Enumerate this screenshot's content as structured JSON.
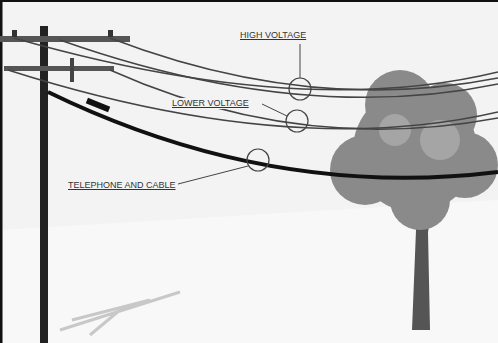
{
  "diagram": {
    "labels": [
      "HIGH VOLTAGE",
      "LOWER VOLTAGE",
      "TELEPHONE AND CABLE"
    ]
  }
}
